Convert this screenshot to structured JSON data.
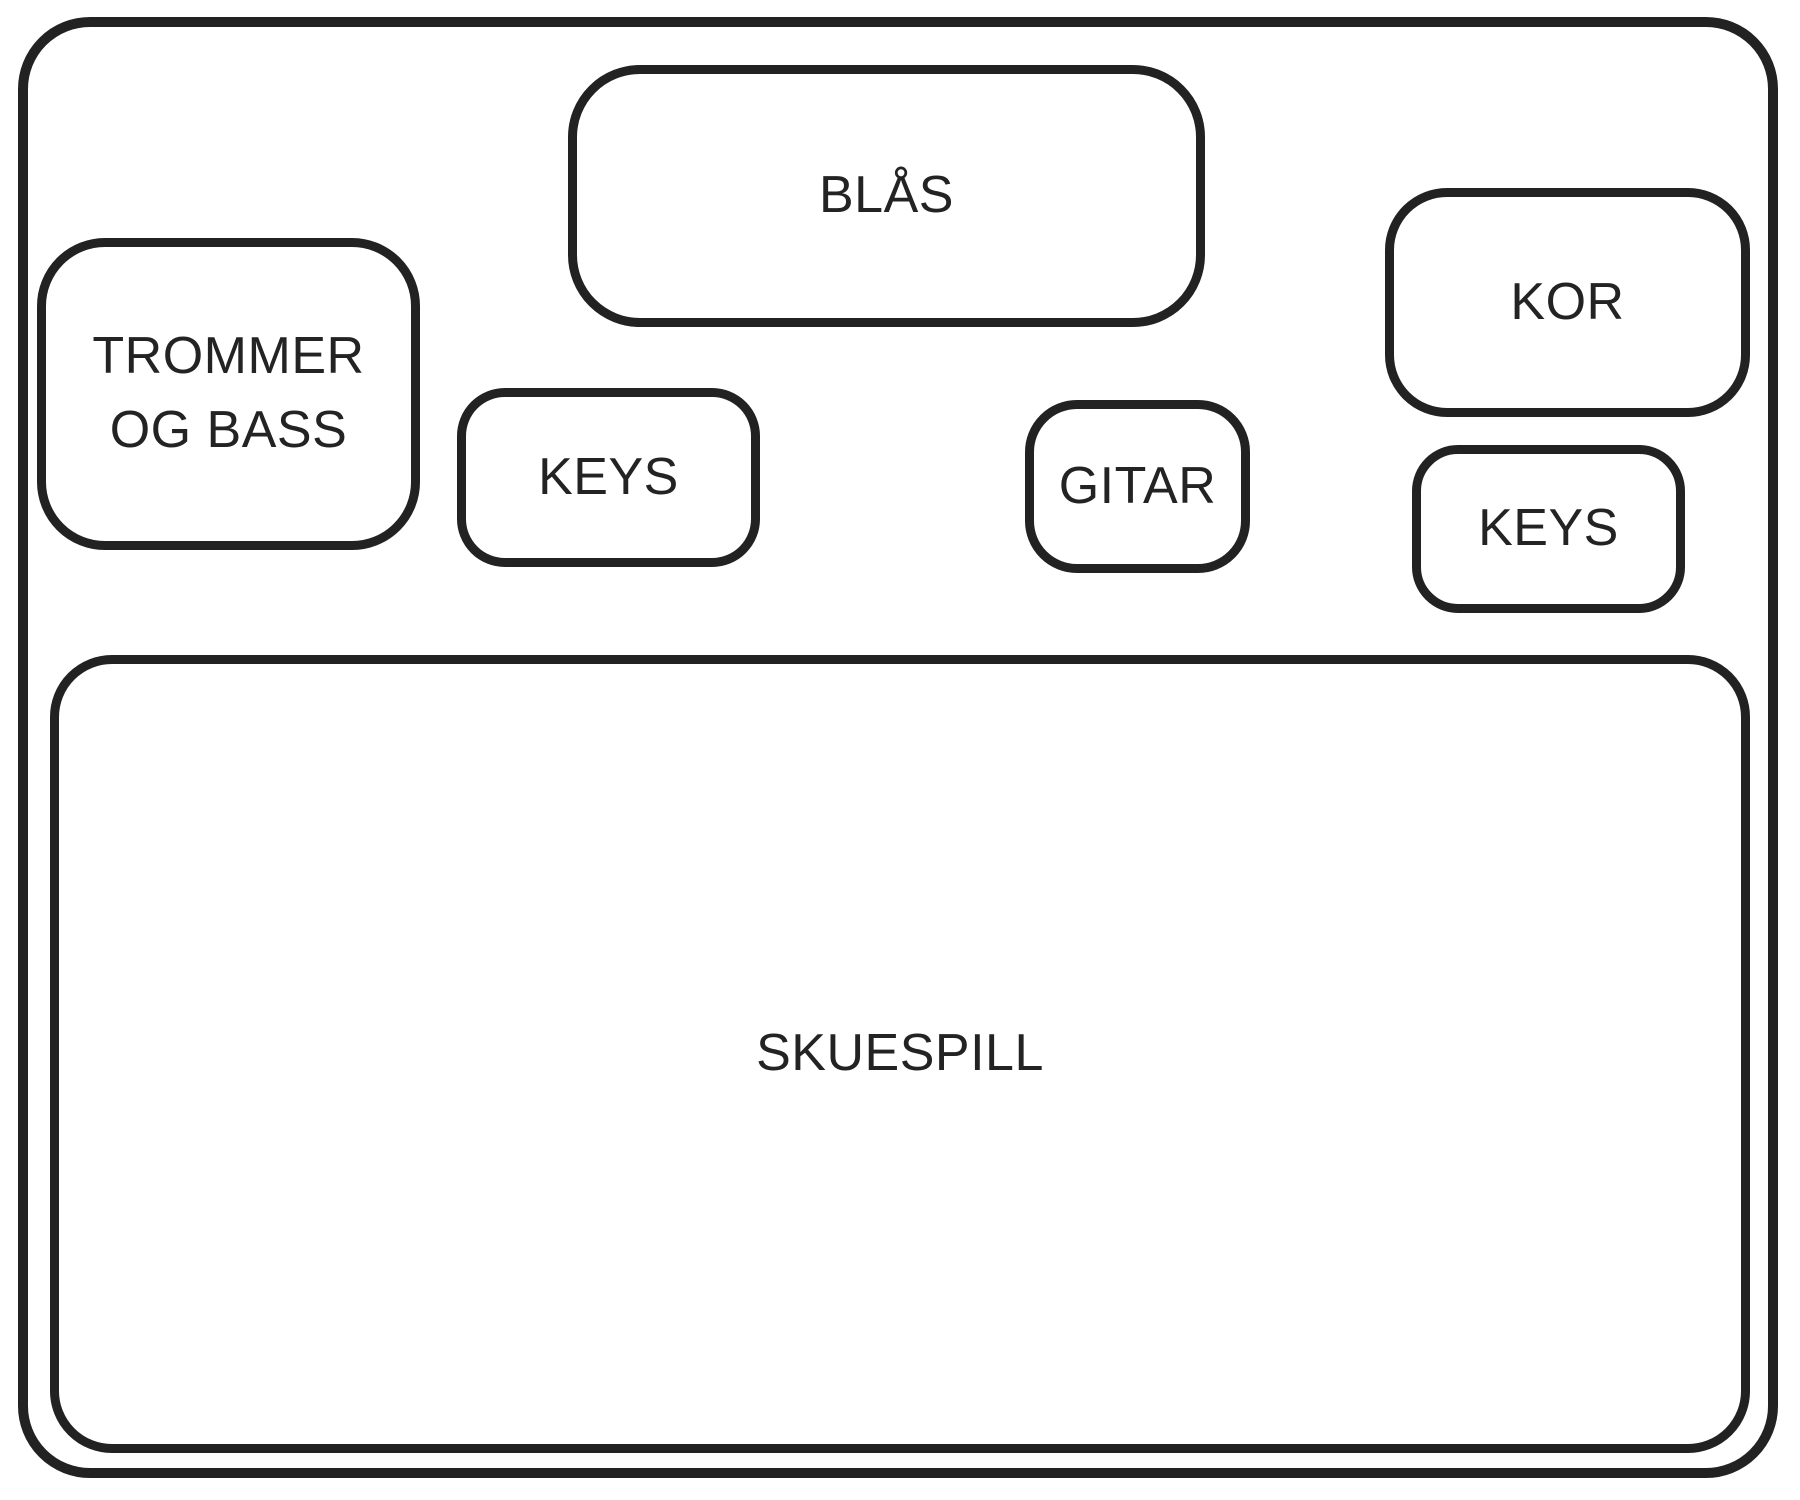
{
  "stage_plot": {
    "zones": {
      "blas": {
        "label": "BLÅS"
      },
      "trommer_og_bass": {
        "label": "TROMMER OG BASS",
        "lines": [
          "TROMMER",
          "OG BASS"
        ]
      },
      "keys_left": {
        "label": "KEYS"
      },
      "gitar": {
        "label": "GITAR"
      },
      "kor": {
        "label": "KOR"
      },
      "keys_right": {
        "label": "KEYS"
      },
      "skuespill": {
        "label": "SKUESPILL"
      }
    },
    "colors": {
      "line": "#222222",
      "text": "#232323",
      "background": "#ffffff"
    }
  }
}
